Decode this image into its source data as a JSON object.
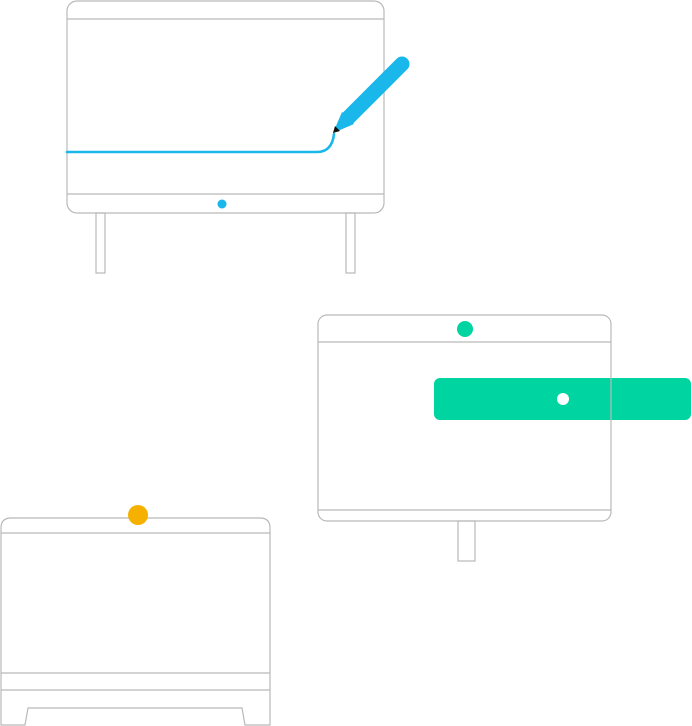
{
  "colors": {
    "outline": "#b9b9b9",
    "background": "#ffffff",
    "stroke_accent": "#1ab7ea",
    "pen_fill": "#1ab7ea",
    "pen_nib": "#111111",
    "camera_blue": "#1ab7ea",
    "camera_green": "#00d4a0",
    "bar_green": "#00d4a0",
    "bar_dot": "#ffffff",
    "camera_orange": "#f5b000"
  },
  "icons": {
    "pen": "pen-icon",
    "camera_blue": "camera-dot-icon",
    "camera_green": "camera-dot-icon",
    "camera_orange": "camera-dot-icon"
  },
  "devices": [
    {
      "id": "whiteboard-display",
      "kind": "display-on-legs",
      "accent": "camera_blue"
    },
    {
      "id": "wall-display",
      "kind": "display-on-pole",
      "accent": "camera_green"
    },
    {
      "id": "floor-display",
      "kind": "display-on-feet",
      "accent": "camera_orange"
    }
  ]
}
